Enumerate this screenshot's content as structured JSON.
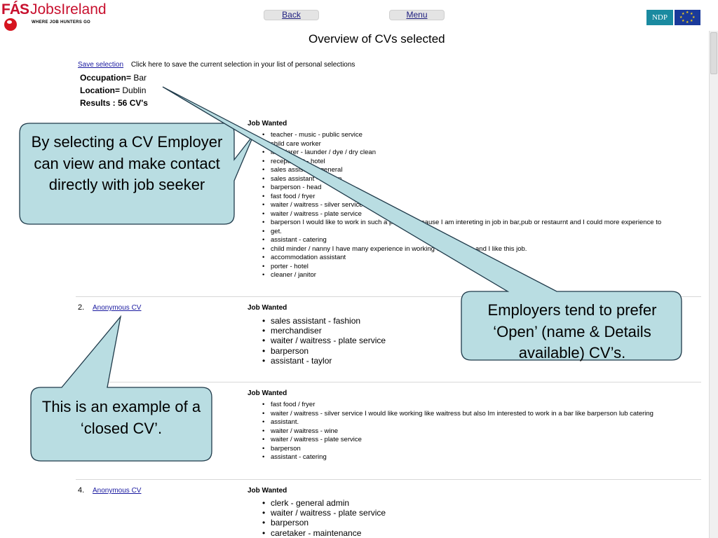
{
  "header": {
    "logo_fas": "FÁS",
    "logo_name": "JobsIreland",
    "logo_tagline": "WHERE JOB HUNTERS GO",
    "back_label": "Back",
    "menu_label": "Menu",
    "ndp_label": "NDP"
  },
  "page": {
    "title": "Overview of CVs selected",
    "save_link": "Save selection",
    "save_hint": "Click here to save the current selection in your list of personal selections"
  },
  "criteria": {
    "occupation_key": "Occupation=",
    "occupation_value": "Bar",
    "location_key": "Location=",
    "location_value": "Dublin",
    "results": "Results : 56 CV's"
  },
  "cvs": [
    {
      "job_wanted_label": "Job Wanted",
      "jobs": [
        "teacher - music - public service",
        "child care worker",
        "launderer - launder / dye / dry clean",
        "receptionist - hotel",
        "sales assistant - general",
        "sales assistant - fashion",
        "barperson - head",
        "fast food / fryer",
        "waiter / waitress - silver service",
        "waiter / waitress - plate service",
        "barperson I would like to work in such a position because I am intereting in job in bar,pub or restaurnt and I could more experience to",
        "get.",
        "assistant - catering",
        "child minder / nanny I have many experience in working with children and I like this job.",
        "accommodation assistant",
        "porter - hotel",
        "cleaner / janitor"
      ]
    },
    {
      "number": "2.",
      "link": "Anonymous CV",
      "job_wanted_label": "Job Wanted",
      "jobs": [
        "sales assistant - fashion",
        "merchandiser",
        "waiter / waitress - plate service",
        "barperson",
        "assistant - taylor"
      ]
    },
    {
      "job_wanted_label": "Job Wanted",
      "jobs": [
        "fast food / fryer",
        "waiter / waitress - silver service I would like working like waitress but also Im interested to work in a bar like barperson lub catering",
        "assistant.",
        "waiter / waitress - wine",
        "waiter / waitress - plate service",
        "barperson",
        "assistant - catering"
      ]
    },
    {
      "number": "4.",
      "link": "Anonymous CV",
      "job_wanted_label": "Job Wanted",
      "jobs": [
        "clerk - general admin",
        "waiter / waitress - plate service",
        "barperson",
        "caretaker - maintenance"
      ]
    }
  ],
  "callouts": {
    "selecting": "By selecting a CV Employer can view and make contact directly with job seeker",
    "open": "Employers tend to prefer ‘Open’ (name & Details available) CV’s.",
    "closed": "This is an example of a ‘closed CV’."
  },
  "colors": {
    "brand_red": "#c8102e",
    "link_blue": "#1a1aa0",
    "callout_fill": "#b9dde2",
    "callout_stroke": "#1f3a4a"
  }
}
